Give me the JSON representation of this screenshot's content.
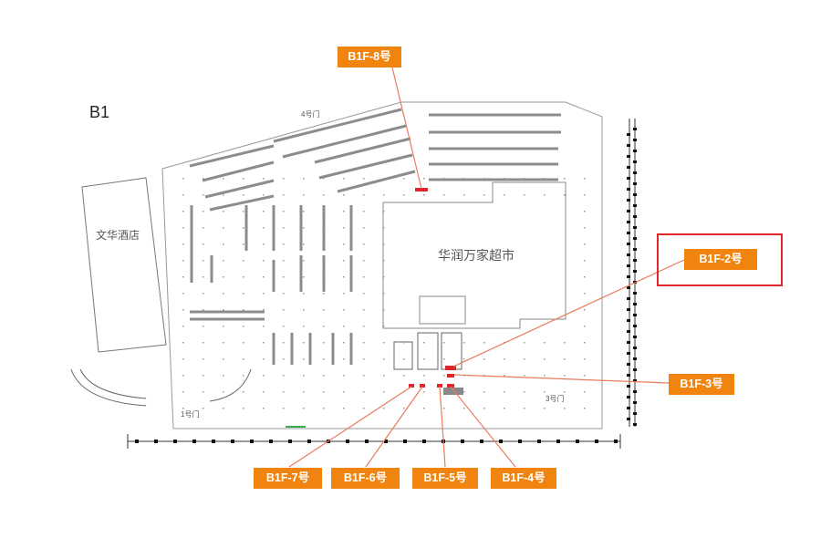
{
  "map": {
    "level_label": "B1",
    "hotel_label": "文华酒店",
    "market_label": "华润万家超市",
    "gates": {
      "gate4": "4号门",
      "gate1": "1号门",
      "gate3": "3号门"
    }
  },
  "markers": {
    "b1f_8": "B1F-8号",
    "b1f_2": "B1F-2号",
    "b1f_3": "B1F-3号",
    "b1f_7": "B1F-7号",
    "b1f_6": "B1F-6号",
    "b1f_5": "B1F-5号",
    "b1f_4": "B1F-4号"
  },
  "colors": {
    "label_fill": "#f0840f",
    "leader_line": "#e87c5c",
    "highlight_box": "#e0262b",
    "spot_marker": "#e0262b"
  }
}
